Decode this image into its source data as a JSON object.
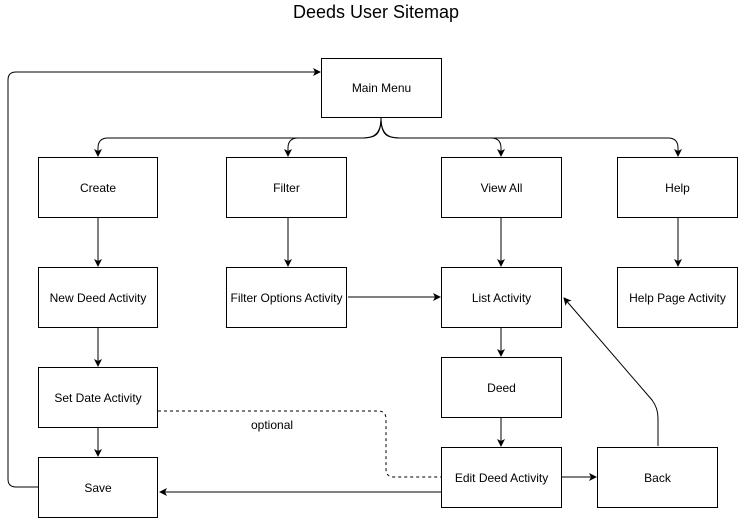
{
  "title": "Deeds User Sitemap",
  "nodes": {
    "main_menu": "Main Menu",
    "create": "Create",
    "filter": "Filter",
    "view_all": "View All",
    "help": "Help",
    "new_deed_activity": "New Deed Activity",
    "filter_options_activity": "Filter Options Activity",
    "list_activity": "List Activity",
    "help_page_activity": "Help Page Activity",
    "set_date_activity": "Set Date Activity",
    "deed": "Deed",
    "save": "Save",
    "edit_deed_activity": "Edit Deed Activity",
    "back": "Back"
  },
  "edge_labels": {
    "optional": "optional"
  }
}
